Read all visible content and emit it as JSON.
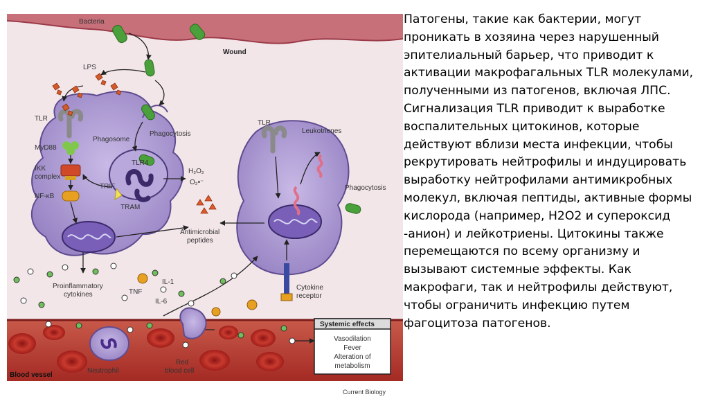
{
  "figure": {
    "labels": {
      "bacteria": "Bacteria",
      "wound": "Wound",
      "lps": "LPS",
      "tlr_left": "TLR",
      "myd88": "MyD88",
      "ikk_line1": "IKK",
      "ikk_line2": "complex",
      "nfkb": "NF-κB",
      "phagosome": "Phagosome",
      "phagocytosis_left": "Phagocytosis",
      "tlr4": "TLR4",
      "trif": "TRIF",
      "tram": "TRAM",
      "h2o2": "H₂O₂",
      "o2": "O₂•⁻",
      "tlr_right": "TLR",
      "leukotrienes": "Leukotrienes",
      "phagocytosis_right": "Phagocytosis",
      "antimicrobial_line1": "Antimicrobial",
      "antimicrobial_line2": "peptides",
      "proinflammatory_line1": "Proinflammatory",
      "proinflammatory_line2": "cytokines",
      "tnf": "TNF",
      "il1": "IL-1",
      "il6": "IL-6",
      "cytokine_line1": "Cytokine",
      "cytokine_line2": "receptor",
      "neutrophil": "Neutrophil",
      "rbc_line1": "Red",
      "rbc_line2": "blood cell",
      "blood_vessel": "Blood vessel"
    },
    "systemic_effects": {
      "title": "Systemic effects",
      "items": [
        "Vasodilation",
        "Fever",
        "Alteration of",
        "metabolism"
      ]
    },
    "credit": "Current Biology"
  },
  "caption": "Патогены, такие как бактерии, могут проникать в хозяина через нарушенный эпителиальный барьер, что приводит к активации макрофагальных TLR молекулами, полученными из патогенов, включая ЛПС. Сигнализация TLR приводит к выработке воспалительных цитокинов, которые действуют вблизи места инфекции, чтобы рекрутировать нейтрофилы и индуцировать выработку нейтрофилами антимикробных молекул, включая пептиды, активные формы кислорода (например, H2O2 и супероксид -анион) и лейкотриены. Цитокины также перемещаются по всему организму и вызывают системные эффекты. Как макрофаги, так и нейтрофилы действуют, чтобы ограничить инфекцию путем фагоцитоза патогенов.",
  "colors": {
    "tissue": "#f1e0e4",
    "wound": "#b84a5a",
    "blood": "#b02a28",
    "cell_fill": "#a896cc",
    "cell_stroke": "#5f4c90",
    "bacteria": "#4aa03a",
    "lps": "#d45a2a"
  }
}
